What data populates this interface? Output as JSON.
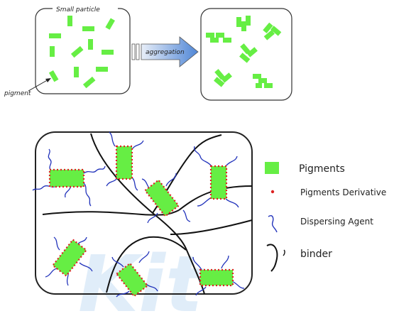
{
  "top": {
    "small_particle_label": "Small particle",
    "aggregation_label": "aggregation",
    "pigment_label": "pigment"
  },
  "legend": {
    "items": [
      {
        "label": "Pigments",
        "icon": "green-rectangle"
      },
      {
        "label": "Pigments Derivative",
        "icon": "red-dot"
      },
      {
        "label": "Dispersing  Agent",
        "icon": "blue-squiggle"
      },
      {
        "label": "binder",
        "icon": "black-curve"
      }
    ]
  },
  "watermark": {
    "text": "Kit"
  },
  "colors": {
    "pigment": "#66ee44",
    "derivative": "#dd2222",
    "agent": "#2233bb",
    "binder": "#111111",
    "arrow": "#5b8fd8"
  }
}
